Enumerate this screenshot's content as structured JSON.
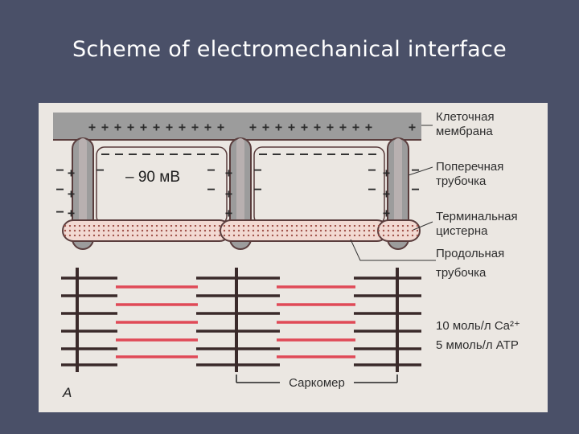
{
  "slide": {
    "title": "Scheme of electromechanical interface"
  },
  "diagram": {
    "panel_letter": "A",
    "membrane_potential": "– 90 мВ",
    "labels": {
      "cell_membrane_line1": "Клеточная",
      "cell_membrane_line2": "мембрана",
      "t_tubule_line1": "Поперечная",
      "t_tubule_line2": "трубочка",
      "terminal_cistern_line1": "Терминальная",
      "terminal_cistern_line2": "цистерна",
      "longitudinal_tubule_line1": "Продольная",
      "longitudinal_tubule_line2": "трубочка",
      "calcium": "10 моль/л Ca²⁺",
      "atp": "5 ммоль/л ATP",
      "sarcomere": "Саркомер"
    },
    "colors": {
      "membrane": "#9a9a9a",
      "tubule_wall": "#5a3d3d",
      "thin_filament": "#e04a57",
      "thick_filament": "#3a2a2a",
      "cistern": "#f2d9d2"
    }
  }
}
